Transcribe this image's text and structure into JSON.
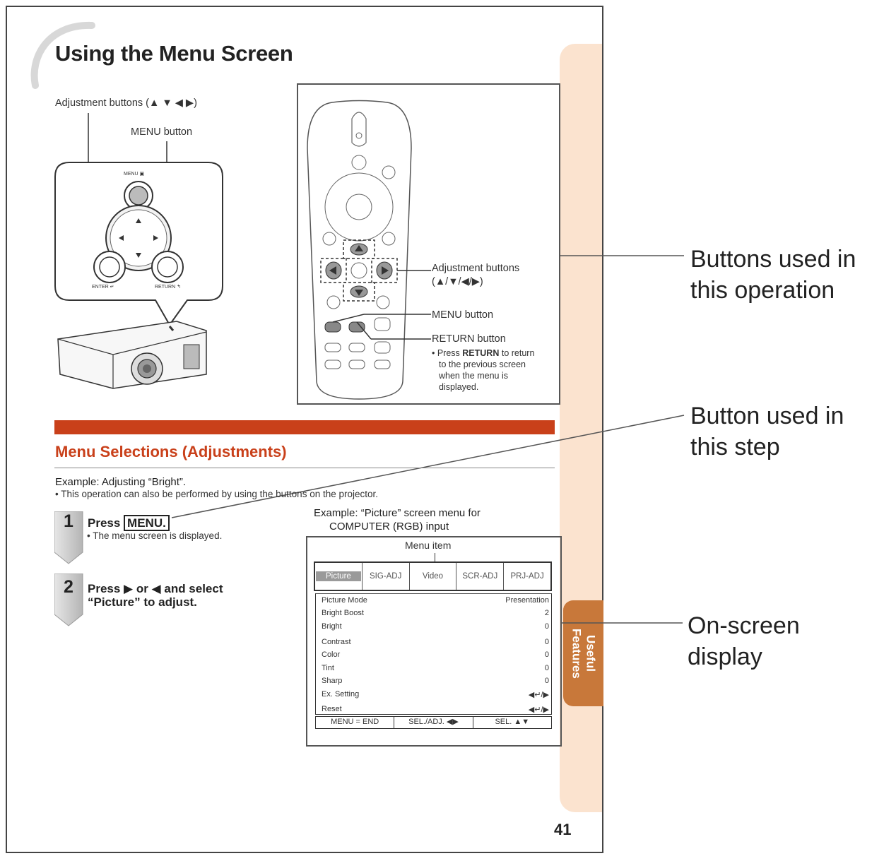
{
  "page": {
    "title": "Using the Menu Screen",
    "page_number": "41",
    "side_tab": "Useful\nFeatures"
  },
  "top_diagram": {
    "adjustment_buttons_label": "Adjustment buttons (▲ ▼ ◀ ▶)",
    "menu_button_label": "MENU button",
    "panel_labels": {
      "menu": "MENU ▣",
      "enter": "ENTER ↵",
      "return": "RETURN ↰"
    }
  },
  "remote_diagram": {
    "adjustment_label": "Adjustment buttons",
    "adjustment_arrows": "(▲/▼/◀/▶)",
    "menu_label": "MENU button",
    "return_label": "RETURN button",
    "return_note_bullet": "• Press ",
    "return_note_bold": "RETURN",
    "return_note_rest": " to return",
    "return_note_line2": "to the previous screen",
    "return_note_line3": "when the menu is",
    "return_note_line4": "displayed."
  },
  "callouts": {
    "buttons_operation": [
      "Buttons used in",
      "this operation"
    ],
    "button_step": [
      "Button used in",
      "this step"
    ],
    "onscreen": [
      "On-screen",
      "display"
    ]
  },
  "section": {
    "title": "Menu Selections (Adjustments)",
    "example": "Example: Adjusting “Bright”.",
    "note": "• This operation can also be performed by using the buttons on the projector."
  },
  "steps": [
    {
      "num": "1",
      "title_pre": "Press ",
      "title_key": "MENU.",
      "sub": "• The menu screen is displayed."
    },
    {
      "num": "2",
      "title_line1": "Press ▶ or ◀ and select",
      "title_line2": "“Picture” to adjust."
    }
  ],
  "osd": {
    "caption_line1": "Example: “Picture” screen menu for",
    "caption_line2": "COMPUTER (RGB) input",
    "menu_item_label": "Menu item",
    "tabs": [
      "Picture",
      "SIG-ADJ",
      "Video",
      "SCR-ADJ",
      "PRJ-ADJ"
    ],
    "rows": [
      {
        "name": "Picture Mode",
        "value": "Presentation"
      },
      {
        "name": "Bright Boost",
        "value": "2"
      },
      {
        "name": "Bright",
        "value": "0"
      },
      {
        "name": "Contrast",
        "value": "0"
      },
      {
        "name": "Color",
        "value": "0"
      },
      {
        "name": "Tint",
        "value": "0"
      },
      {
        "name": "Sharp",
        "value": "0"
      },
      {
        "name": "Ex. Setting",
        "value": "◀↵/▶"
      },
      {
        "name": "Reset",
        "value": "◀↵/▶"
      }
    ],
    "footer": [
      "MENU = END",
      "SEL./ADJ. ◀▶",
      "SEL. ▲▼"
    ]
  },
  "colors": {
    "accent": "#c9401a",
    "side_strip": "#fbe3cf",
    "side_tab": "#c8783a"
  }
}
